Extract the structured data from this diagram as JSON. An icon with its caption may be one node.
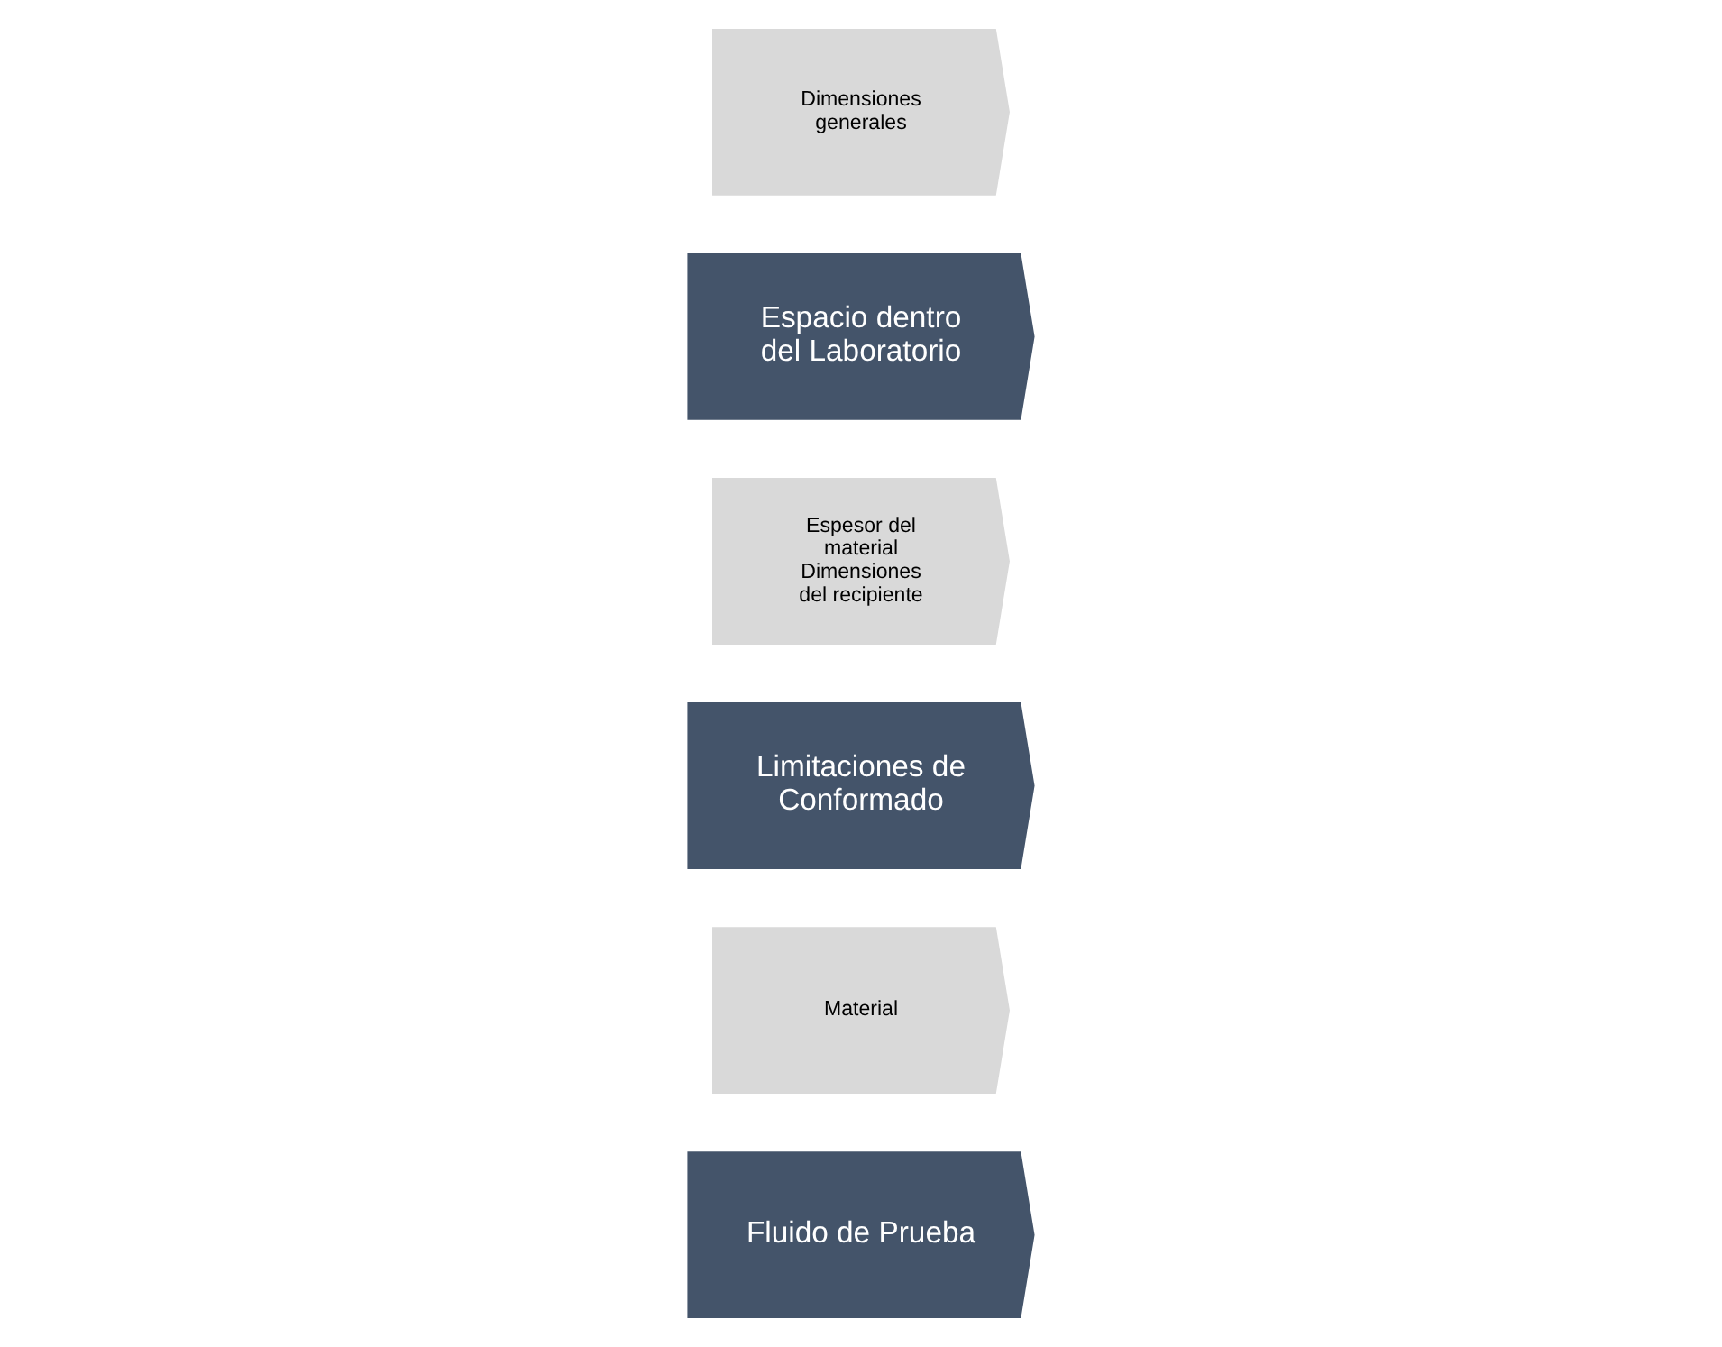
{
  "diagram": {
    "nodes": [
      {
        "text": [
          "Fluido de Prueba"
        ]
      },
      {
        "text": [
          "Material"
        ]
      },
      {
        "text": [
          "Limitaciones de Conformado"
        ]
      },
      {
        "text": [
          "Espesor del material",
          "Dimensiones del recipiente"
        ]
      },
      {
        "text": [
          "Espacio dentro del Laboratorio"
        ]
      },
      {
        "text": [
          "Dimensiones generales"
        ]
      }
    ]
  }
}
